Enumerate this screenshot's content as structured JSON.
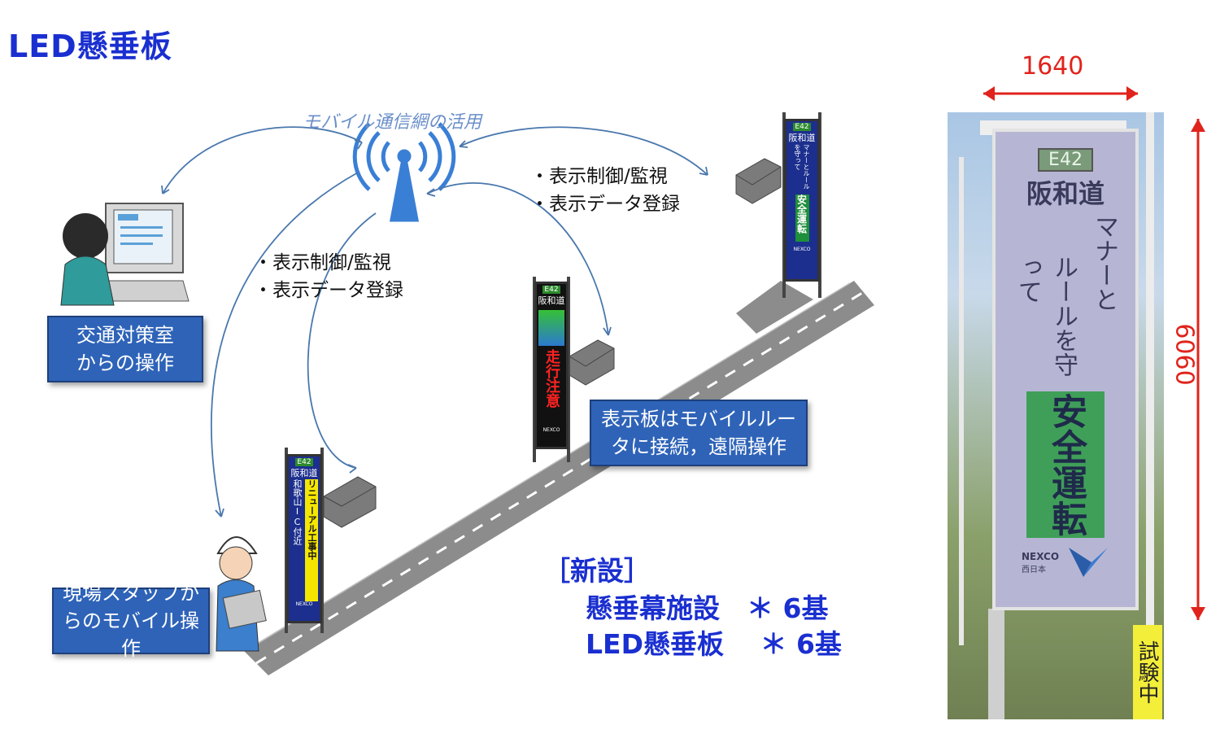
{
  "title": "LED懸垂板",
  "network_label": "モバイル通信網の活用",
  "bullets_left": [
    "・表示制御/監視",
    "・表示データ登録"
  ],
  "bullets_right": [
    "・表示制御/監視",
    "・表示データ登録"
  ],
  "box_office": [
    "交通対策室",
    "からの操作"
  ],
  "box_staff": [
    "現場スタッフか",
    "らのモバイル操作"
  ],
  "box_router": [
    "表示板はモバイルルー",
    "タに接続，遠隔操作"
  ],
  "new_install": {
    "heading": "［新設］",
    "line1": "懸垂幕施設　＊ 6基",
    "line2": "LED懸垂板　 ＊ 6基"
  },
  "dimensions": {
    "width": "1640",
    "height": "6060"
  },
  "sign_far": {
    "route": "E42",
    "road": "阪和道",
    "msg": "マナーとルールを守って",
    "green": "安全運転",
    "logo": "NEXCO"
  },
  "sign_mid": {
    "route": "E42",
    "road": "阪和道",
    "red": "走行注意",
    "logo": "NEXCO"
  },
  "sign_near": {
    "route": "E42",
    "road": "阪和道",
    "yellow": "リニューアル工事中",
    "white": "和歌山IC付近",
    "logo": "NEXCO"
  },
  "photo_sign": {
    "route": "E42",
    "road": "阪和道",
    "msg1": "マナーと",
    "msg2": "ルールを守って",
    "green": "安全運転",
    "logo": "NEXCO",
    "logo_sub": "西日本",
    "tag": "試験中"
  }
}
